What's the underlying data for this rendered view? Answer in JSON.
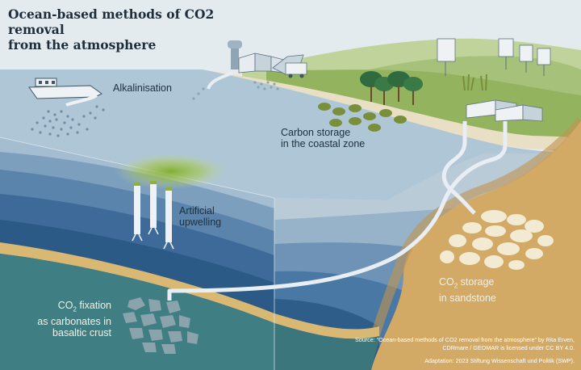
{
  "title": {
    "line1": "Ocean-based methods of CO2 removal",
    "line2": "from the atmosphere"
  },
  "labels": {
    "alkalinisation": "Alkalinisation",
    "coastal_line1": "Carbon storage",
    "coastal_line2": "in the coastal zone",
    "upwelling_line1": "Artificial",
    "upwelling_line2": "upwelling",
    "sandstone_line1_pre": "CO",
    "sandstone_line1_sub": "2",
    "sandstone_line1_post": " storage",
    "sandstone_line2": "in sandstone",
    "basalt_line1_pre": "CO",
    "basalt_line1_sub": "2",
    "basalt_line1_post": " fixation",
    "basalt_line2": "as carbonates in",
    "basalt_line3": "basaltic crust"
  },
  "source": {
    "line1": "Source: “Ocean-based methods of CO2 removal from the atmosphere” by Rita Erven,",
    "line2": "CDRmare / GEOMAR is licensed under CC BY 4.0.",
    "line3": "Adaptation: 2023 Stiftung Wissenschaft und Politik (SWP)."
  },
  "colors": {
    "sky": "#e4ebef",
    "sea_surface": "#a9c1d2",
    "deep_water": "#1f4a73",
    "basalt": "#3f7f84",
    "sand": "#d2aa66",
    "land": "#9dba6b",
    "pipe": "#e8eef3",
    "text_dark": "#1e2f3d"
  }
}
